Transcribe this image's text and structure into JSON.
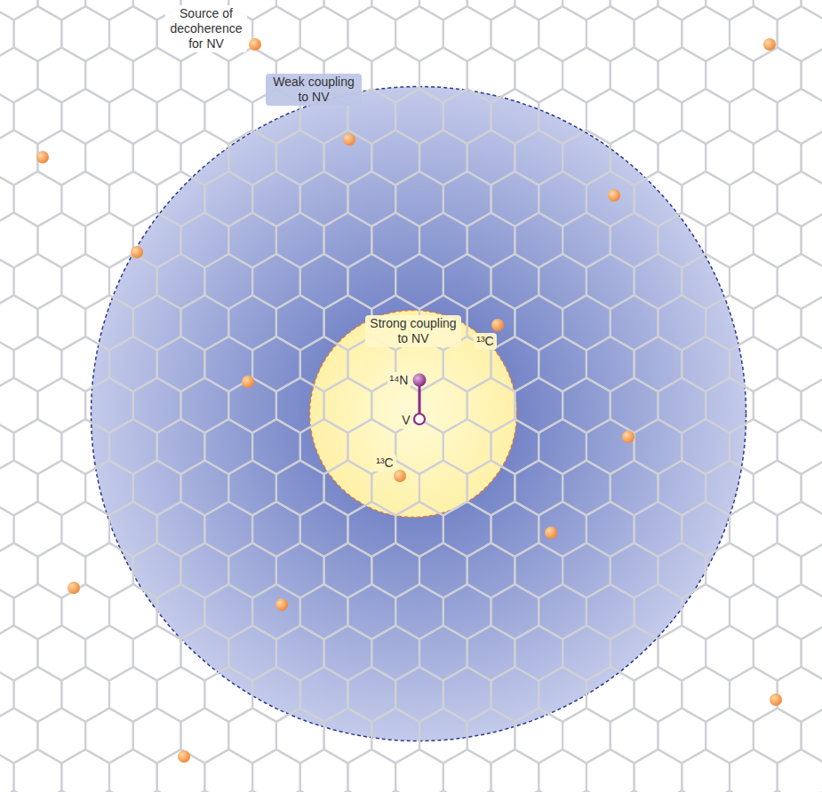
{
  "diagram": {
    "nodes": [
      {
        "text": [
          "Weak coupling to NV"
        ]
      },
      {
        "text": [
          "Strong coupling to NV"
        ],
        "in": 0
      }
    ],
    "labels": [
      "Source of decoherence for NV",
      "¹⁴N",
      "V",
      "¹³C",
      "¹³C"
    ]
  }
}
